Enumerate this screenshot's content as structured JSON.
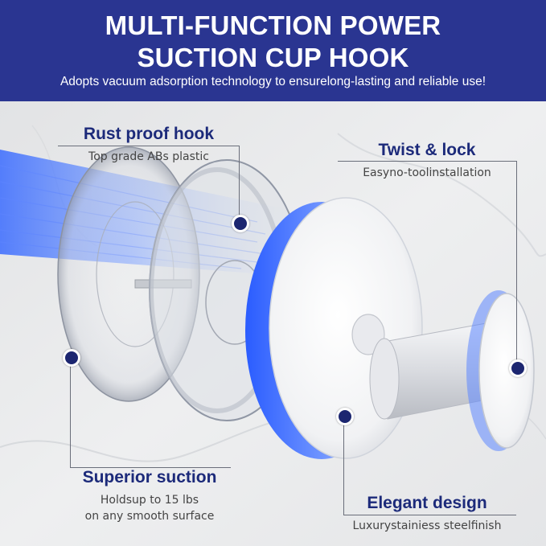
{
  "header": {
    "title_line1": "MULTI-FUNCTION POWER",
    "title_line2": "SUCTION CUP HOOK",
    "subtitle": "Adopts vacuum adsorption technology to ensurelong-lasting and reliable use!"
  },
  "callouts": {
    "rust_proof": {
      "title": "Rust proof hook",
      "desc": "Top grade ABs plastic"
    },
    "twist_lock": {
      "title": "Twist & lock",
      "desc": "Easyno-toolinstallation"
    },
    "superior_suction": {
      "title": "Superior suction",
      "desc_line1": "Holdsup to 15 lbs",
      "desc_line2": "on any smooth surface"
    },
    "elegant_design": {
      "title": "Elegant design",
      "desc": "Luxurystainiess steelfinish"
    }
  },
  "colors": {
    "banner": "#2a3591",
    "accent_blue": "#2f6cff",
    "marker": "#1c2670"
  }
}
